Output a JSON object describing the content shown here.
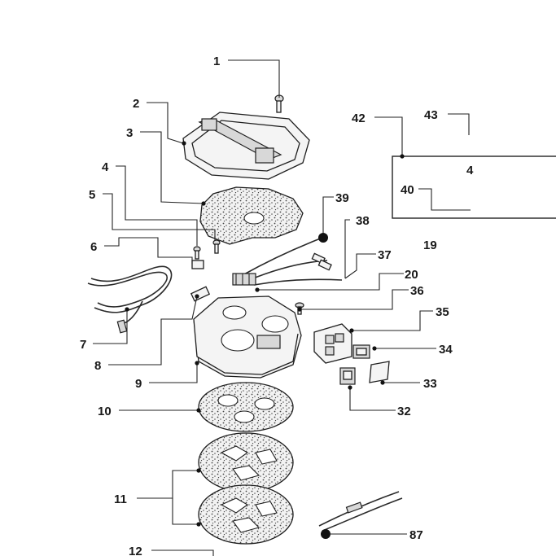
{
  "labels": {
    "p1": "1",
    "p2": "2",
    "p3": "3",
    "p4": "4",
    "p5": "5",
    "p6": "6",
    "p7": "7",
    "p8": "8",
    "p9": "9",
    "p10": "10",
    "p11": "11",
    "p12": "12",
    "p19": "19",
    "p20": "20",
    "p32": "32",
    "p33": "33",
    "p34": "34",
    "p35": "35",
    "p36": "36",
    "p37": "37",
    "p38": "38",
    "p39": "39",
    "p40": "40",
    "p42": "42",
    "p43": "43",
    "p87": "87"
  },
  "box_fragment_text": "4"
}
